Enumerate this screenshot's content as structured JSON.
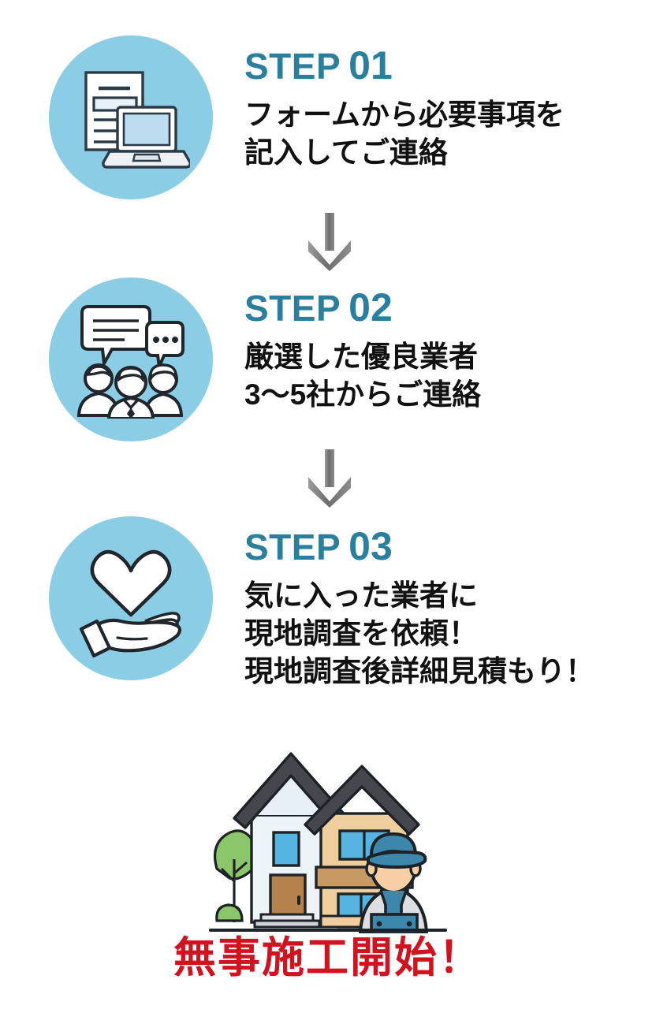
{
  "meta": {
    "headline_color": "#D1121F",
    "accent_color": "#2B7F9E",
    "circle_color": "#8BCDE5",
    "arrow_color": "#7A7A7A",
    "body_text_color": "#111111"
  },
  "steps": [
    {
      "label": "STEP",
      "number": "01",
      "icon": "document-laptop-icon",
      "lines": [
        "フォームから必要事項を",
        "記入してご連絡"
      ]
    },
    {
      "label": "STEP",
      "number": "02",
      "icon": "people-chat-icon",
      "lines": [
        "厳選した優良業者",
        "3〜5社からご連絡"
      ]
    },
    {
      "label": "STEP",
      "number": "03",
      "icon": "heart-in-hand-icon",
      "lines": [
        "気に入った業者に",
        "現地調査を依頼！",
        "現地調査後詳細見積もり！"
      ]
    }
  ],
  "arrows": [
    {
      "name": "down-arrow-step1-to-step2"
    },
    {
      "name": "down-arrow-step2-to-step3"
    }
  ],
  "illustration": {
    "name": "house-with-worker-illustration",
    "roof_color": "#46464E",
    "left_wall_color": "#EDF4F8",
    "right_wall_color": "#EFCE9D",
    "band_color": "#C79A63",
    "door_color": "#B5824E",
    "window_color": "#55B4E0",
    "tree_color": "#8CC66B",
    "worker_cap_color": "#3D87AD",
    "worker_overalls_color": "#3D87AD",
    "worker_shirt_color": "#DCDEE0",
    "worker_skin_color": "#F8CFA4"
  },
  "bottom_headline": "無事施工開始！"
}
